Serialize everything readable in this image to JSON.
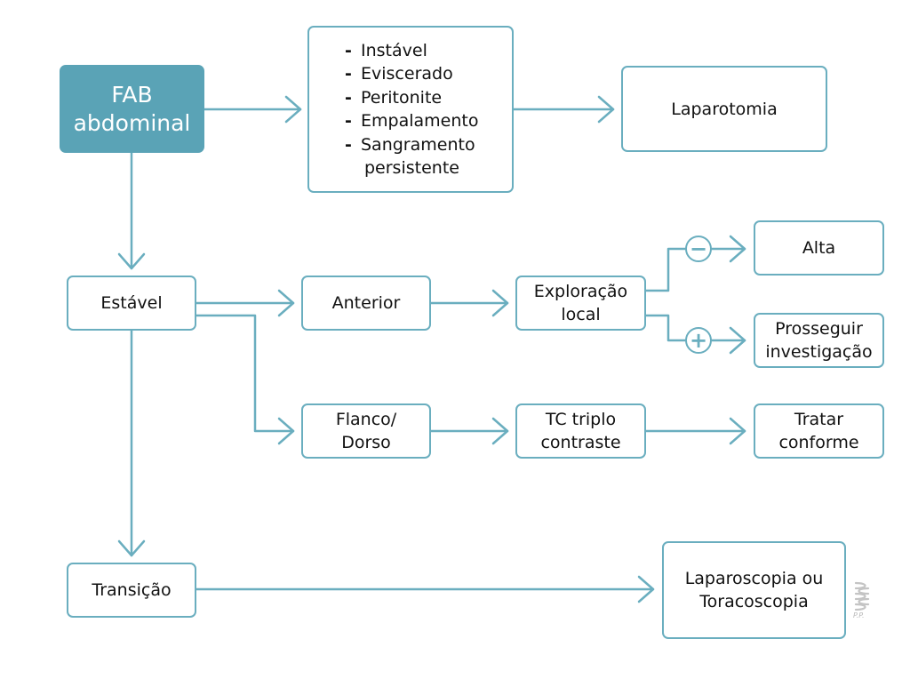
{
  "colors": {
    "accent": "#5aa3b6",
    "line": "#6aaebf",
    "text": "#111111"
  },
  "nodes": {
    "fab": "FAB\nabdominal",
    "criteria": [
      "Instável",
      "Eviscerado",
      "Peritonite",
      "Empalamento",
      "Sangramento",
      "persistente"
    ],
    "laparotomia": "Laparotomia",
    "estavel": "Estável",
    "anterior": "Anterior",
    "exploracao": "Exploração\nlocal",
    "alta": "Alta",
    "prosseguir": "Prosseguir\ninvestigação",
    "flanco": "Flanco/\nDorso",
    "tc": "TC triplo\ncontraste",
    "tratar": "Tratar\nconforme",
    "transicao": "Transição",
    "laparoscopia": "Laparoscopia ou\nToracoscopia"
  },
  "signs": {
    "negative": "−",
    "positive": "+"
  },
  "logo": {
    "text": "P.P.",
    "icon": "coil-logo-icon"
  }
}
